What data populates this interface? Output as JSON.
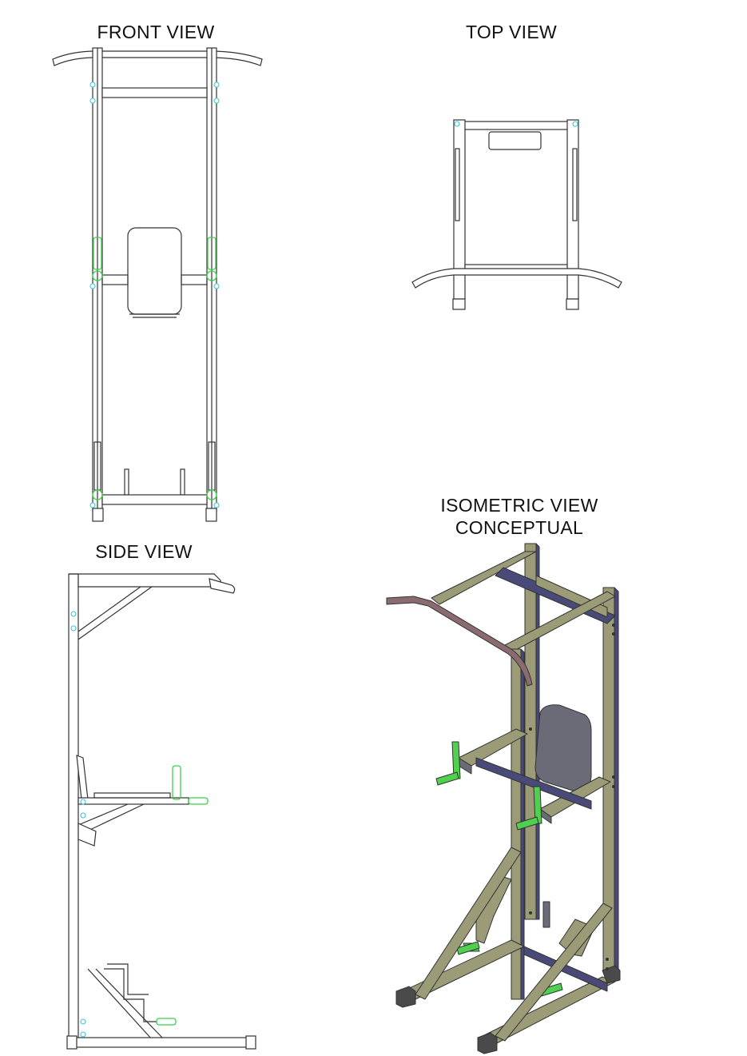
{
  "labels": {
    "front": "FRONT VIEW",
    "top": "TOP VIEW",
    "side": "SIDE VIEW",
    "iso_line1": "ISOMETRIC VIEW",
    "iso_line2": "CONCEPTUAL"
  },
  "colors": {
    "frame_iso": "#9b9b78",
    "frame_dark": "#4a4a78",
    "grip_green": "#4fd14f",
    "pullup_bar": "#8a6b70",
    "pad": "#6b6b78",
    "bolt_cyan": "#3cc6d8"
  }
}
